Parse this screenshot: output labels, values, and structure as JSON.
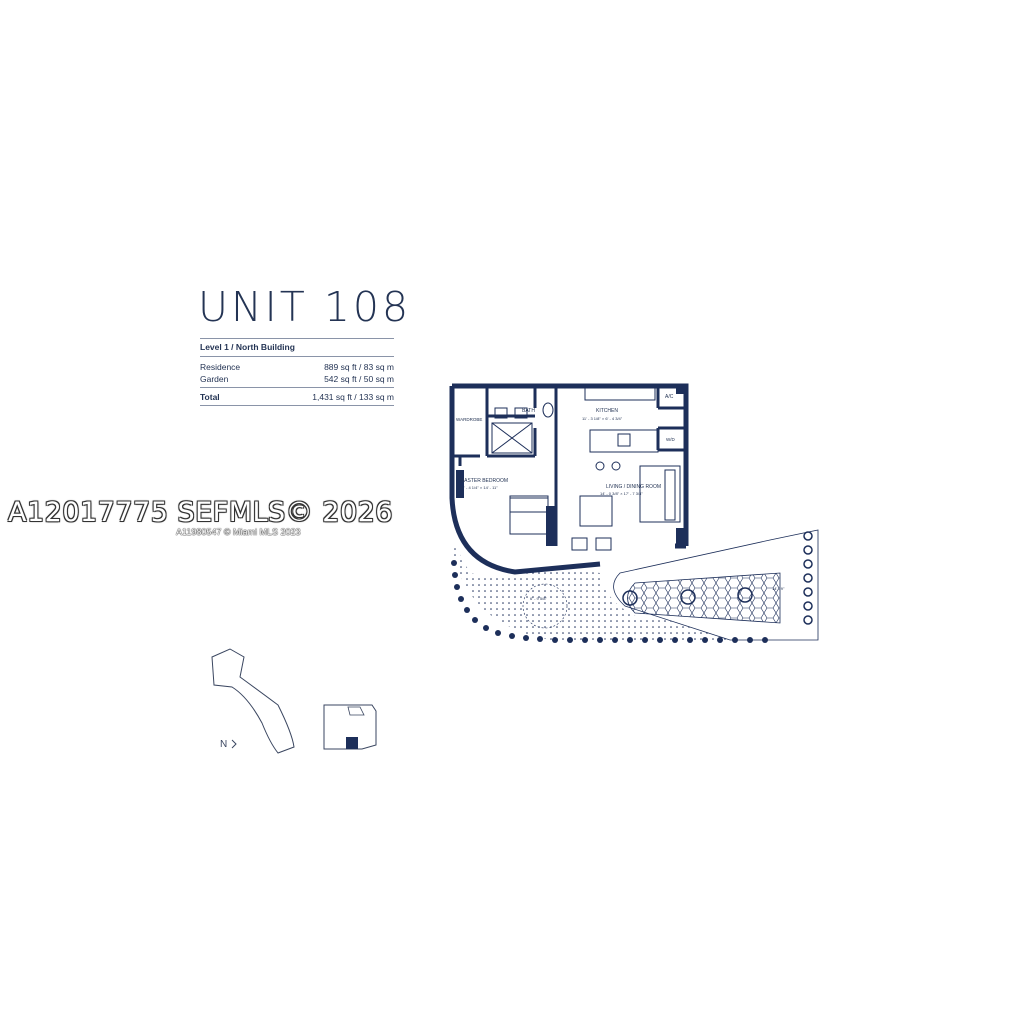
{
  "title": "UNIT 108",
  "location": "Level 1 / North Building",
  "areas": [
    {
      "label": "Residence",
      "value": "889 sq ft / 83 sq m"
    },
    {
      "label": "Garden",
      "value": "542 sq ft / 50 sq m"
    }
  ],
  "total": {
    "label": "Total",
    "value": "1,431 sq ft / 133 sq m"
  },
  "rooms": {
    "bath": "BATH",
    "kitchen": "KITCHEN",
    "kitchen_dim": "11' - 3 1/8\" × 6' - 4 3/4\"",
    "ac": "A/C",
    "wardrobe": "WARDROBE",
    "wd": "W/D",
    "master": "MASTER BEDROOM",
    "master_dim": "11' - 4 1/4\" × 14' - 11\"",
    "living": "LIVING / DINING ROOM",
    "living_dim": "14' - 0 3/8\" × 17' - 7 3/4\"",
    "garden_dim": "6' - 9 5/8\"",
    "terrace_dim": "14' - 9\""
  },
  "north_label": "N",
  "watermark": "A12017775  SEFMLS© 2026",
  "watermark_small": "A11980547 © Miami MLS 2023",
  "colors": {
    "navy": "#1d2f5a",
    "text": "#243454"
  }
}
